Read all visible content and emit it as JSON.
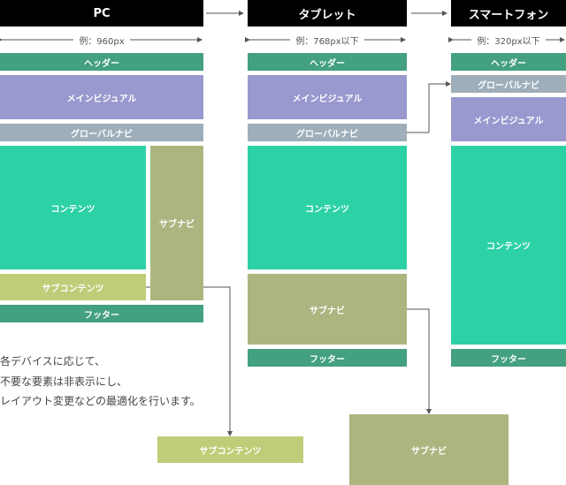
{
  "columns": {
    "pc": {
      "title": "PC",
      "width": "例：960px"
    },
    "tablet": {
      "title": "タブレット",
      "width": "例：768px以下"
    },
    "sp": {
      "title": "スマートフォン",
      "width": "例：320px以下"
    }
  },
  "blocks": {
    "header": "ヘッダー",
    "main_visual": "メインビジュアル",
    "global_nav": "グローバルナビ",
    "content": "コンテンツ",
    "sub_nav": "サブナビ",
    "sub_content": "サブコンテンツ",
    "footer": "フッター"
  },
  "note": [
    "各デバイスに応じて、",
    "不要な要素は非表示にし、",
    "レイアウト変更などの最適化を行います。"
  ],
  "colors": {
    "header": "#43a080",
    "main_visual": "#9999cf",
    "global_nav": "#9eaeba",
    "content": "#2dd1a6",
    "sub_nav": "#acb580",
    "sub_content": "#c1cc78"
  }
}
